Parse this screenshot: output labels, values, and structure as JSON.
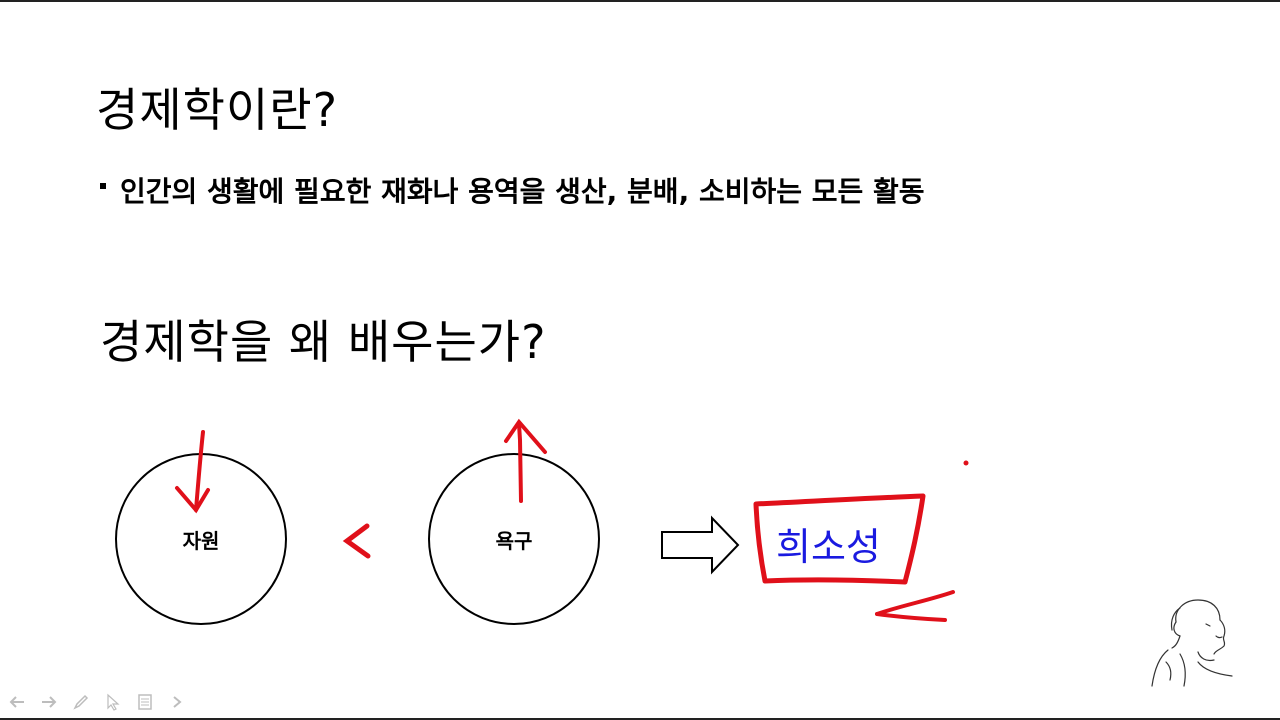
{
  "slide": {
    "title": "경제학이란?",
    "bullet": "인간의 생활에 필요한 재화나 용역을 생산, 분배, 소비하는 모든 활동",
    "subtitle": "경제학을 왜 배우는가?",
    "diagram": {
      "left_circle_label": "자원",
      "comparison_symbol": "<",
      "right_circle_label": "욕구",
      "result_label": "희소성"
    }
  },
  "colors": {
    "annotation_red": "#e0101a",
    "result_blue": "#1a1ae0"
  },
  "icons": {
    "nav": [
      "arrow-left-icon",
      "arrow-right-icon",
      "pen-icon",
      "pointer-icon",
      "slide-menu-icon",
      "chevron-right-icon"
    ],
    "portrait": "adam-smith-portrait-icon"
  }
}
